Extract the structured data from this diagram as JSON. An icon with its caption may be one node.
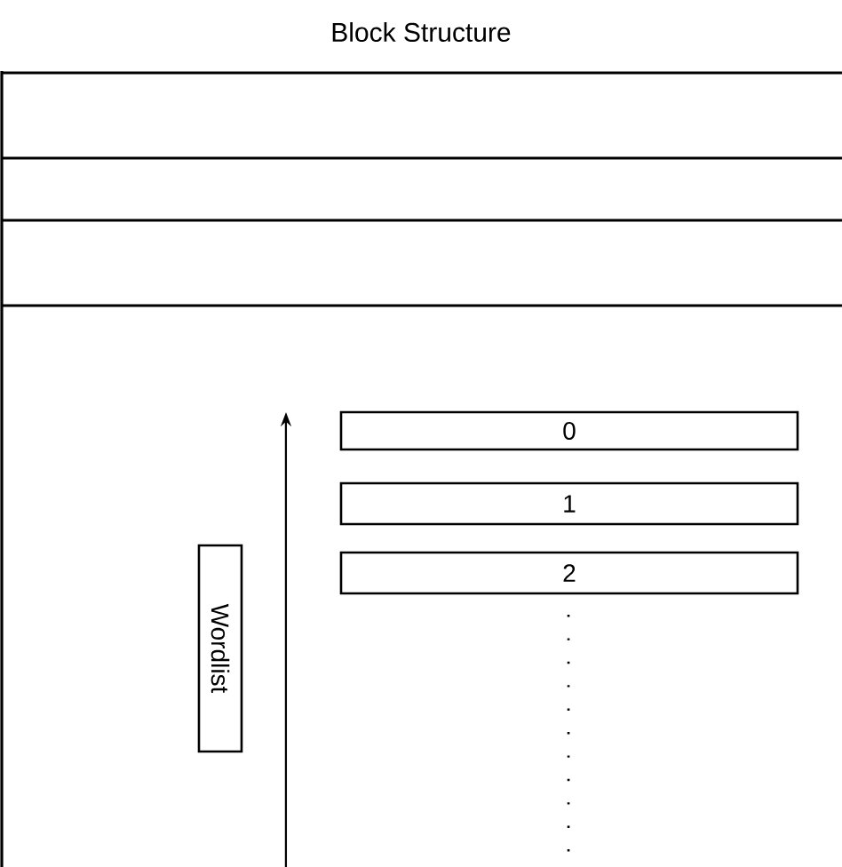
{
  "diagram": {
    "title": "Block Structure",
    "nodes": [
      {
        "text": [
          "0"
        ]
      },
      {
        "text": [
          "1"
        ]
      },
      {
        "text": [
          "2"
        ]
      },
      {
        "text": [
          "Wordlist"
        ]
      }
    ],
    "edges": []
  }
}
